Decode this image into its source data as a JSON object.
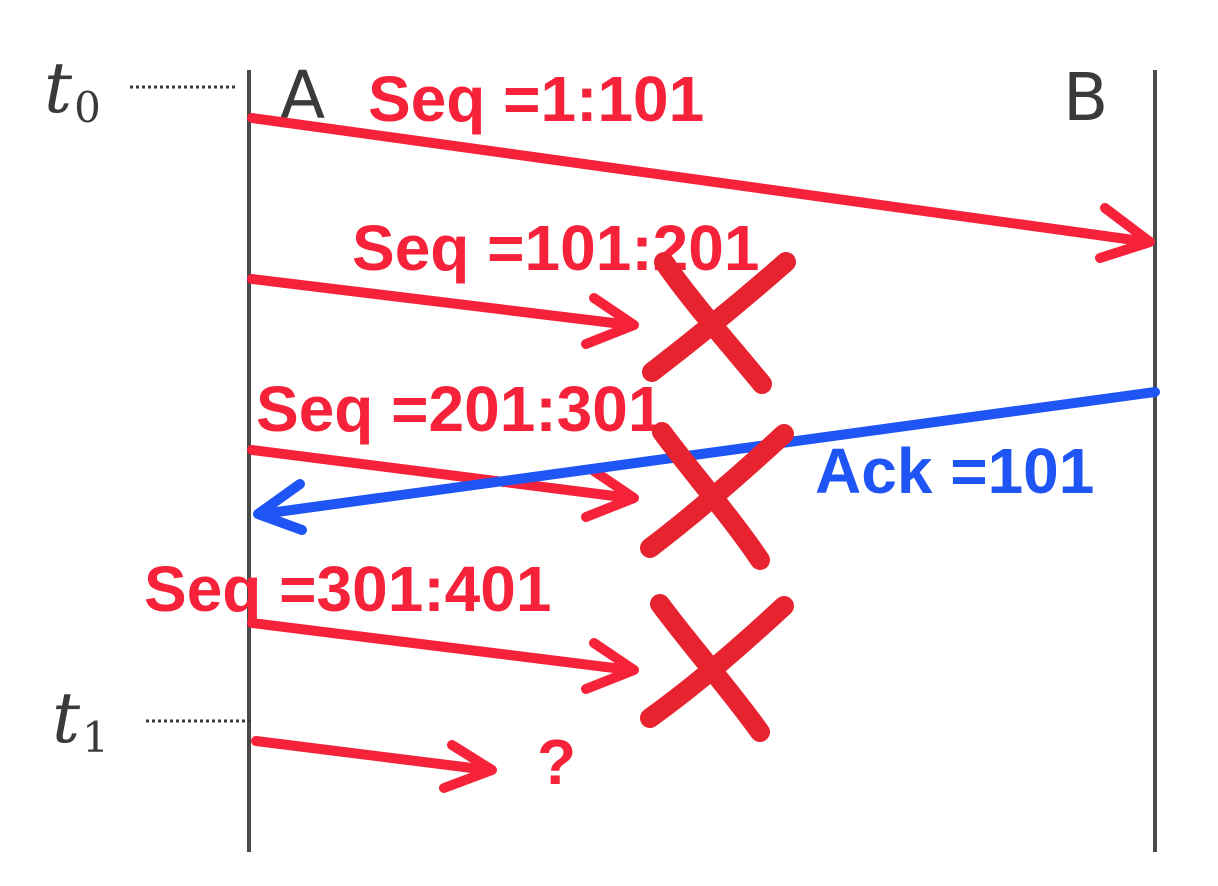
{
  "timeline": {
    "time_start": {
      "var": "t",
      "sub": "0"
    },
    "time_end": {
      "var": "t",
      "sub": "1"
    },
    "node_a": "A",
    "node_b": "B"
  },
  "colors": {
    "segment": "#f5223a",
    "ack": "#1f54f5",
    "drop": "#e82330",
    "lifeline": "#4a4a4a"
  },
  "segments": [
    {
      "label": "Seq =1:101",
      "delivered": true,
      "dropped": false
    },
    {
      "label": "Seq =101:201",
      "delivered": false,
      "dropped": true
    },
    {
      "label": "Seq =201:301",
      "delivered": false,
      "dropped": true
    },
    {
      "label": "Seq =301:401",
      "delivered": false,
      "dropped": true
    }
  ],
  "ack": {
    "label": "Ack =101"
  },
  "pending": {
    "label": "?"
  }
}
